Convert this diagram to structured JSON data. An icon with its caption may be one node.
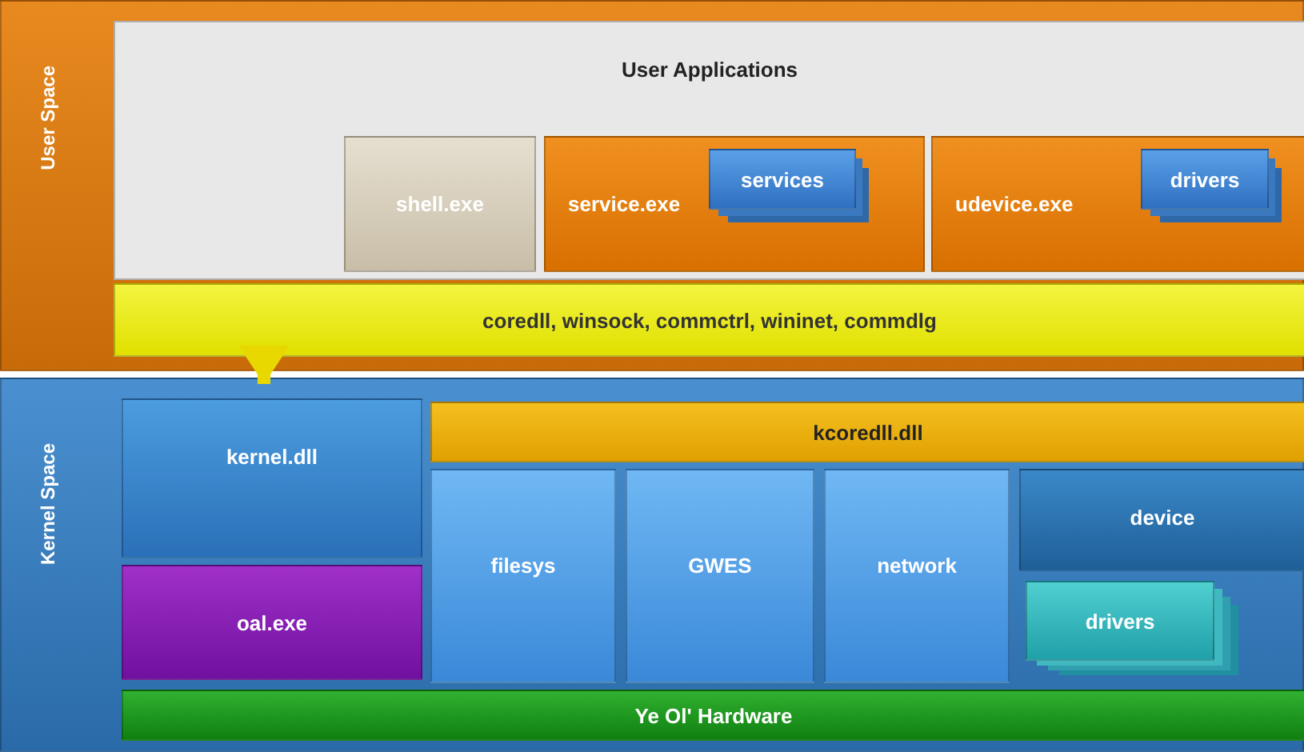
{
  "diagram": {
    "nodes": [
      {
        "text": [
          "User Space"
        ]
      },
      {
        "text": [
          "User Applications"
        ],
        "in": 0
      },
      {
        "text": [
          "shell.exe"
        ],
        "in": 1
      },
      {
        "text": [
          "service.exe"
        ],
        "in": 1
      },
      {
        "text": [
          "services"
        ],
        "in": 3
      },
      {
        "text": [
          "udevice.exe"
        ],
        "in": 1
      },
      {
        "text": [
          "drivers"
        ],
        "in": 5
      },
      {
        "text": [
          "coredll, winsock, commctrl, wininet, commdlg"
        ],
        "in": 0
      },
      {
        "text": [
          "Kernel Space"
        ]
      },
      {
        "text": [
          "kernel.dll"
        ],
        "in": 8
      },
      {
        "text": [
          "oal.exe"
        ],
        "in": 8
      },
      {
        "text": [
          "kcoredll.dll"
        ],
        "in": 8
      },
      {
        "text": [
          "filesys"
        ],
        "in": 8
      },
      {
        "text": [
          "GWES"
        ],
        "in": 8
      },
      {
        "text": [
          "network"
        ],
        "in": 8
      },
      {
        "text": [
          "device"
        ],
        "in": 8
      },
      {
        "text": [
          "drivers"
        ],
        "in": 8
      },
      {
        "text": [
          "Ye Ol' Hardware"
        ],
        "in": 8
      }
    ],
    "edges": [
      {
        "from": 7,
        "to": 9,
        "arrow": "to"
      }
    ]
  }
}
